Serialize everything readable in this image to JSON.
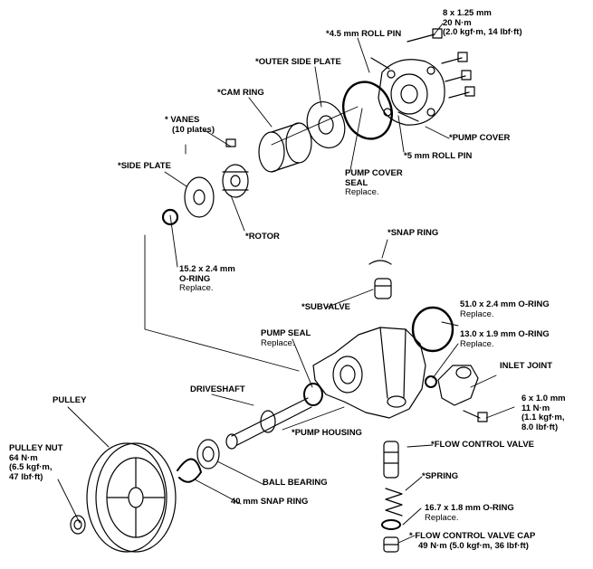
{
  "labels": {
    "bolt_cover": {
      "spec1": "8 x 1.25 mm",
      "spec2": "20 N·m",
      "spec3": "(2.0 kgf·m, 14 lbf·ft)"
    },
    "roll_pin_45": "*4.5 mm ROLL PIN",
    "outer_side_plate": "*OUTER SIDE PLATE",
    "cam_ring": "*CAM RING",
    "vanes": {
      "title": "* VANES",
      "sub": "(10 plates)"
    },
    "side_plate": "*SIDE PLATE",
    "pump_cover": "*PUMP COVER",
    "roll_pin_5": "*5 mm ROLL PIN",
    "pump_cover_seal": {
      "title1": "PUMP COVER",
      "title2": "SEAL",
      "note": "Replace."
    },
    "rotor": "*ROTOR",
    "snap_ring": "*SNAP RING",
    "oring_152": {
      "title1": "15.2 x 2.4 mm",
      "title2": "O-RING",
      "note": "Replace."
    },
    "subvalve": "*SUBVALVE",
    "oring_510": {
      "title": "51.0 x 2.4 mm O-RING",
      "note": "Replace."
    },
    "oring_130": {
      "title": "13.0 x 1.9 mm O-RING",
      "note": "Replace."
    },
    "pump_seal": {
      "title": "PUMP SEAL",
      "note": "Replace."
    },
    "inlet_joint": "INLET JOINT",
    "bolt_inlet": {
      "spec1": "6 x 1.0 mm",
      "spec2": "11 N·m",
      "spec3": "(1.1 kgf·m,",
      "spec4": "8.0 lbf·ft)"
    },
    "pulley": "PULLEY",
    "driveshaft": "DRIVESHAFT",
    "pump_housing": "*PUMP HOUSING",
    "flow_control_valve": "*FLOW CONTROL VALVE",
    "pulley_nut": {
      "title": "PULLEY NUT",
      "spec1": "64 N·m",
      "spec2": "(6.5 kgf·m,",
      "spec3": "47 lbf·ft)"
    },
    "ball_bearing": "BALL BEARING",
    "spring": "*SPRING",
    "snap_ring_40": "40 mm SNAP RING",
    "oring_167": {
      "title": "16.7 x 1.8 mm O-RING",
      "note": "Replace."
    },
    "fcv_cap": {
      "title": "* FLOW CONTROL VALVE CAP",
      "spec": "49 N·m (5.0 kgf·m, 36 lbf·ft)"
    }
  }
}
